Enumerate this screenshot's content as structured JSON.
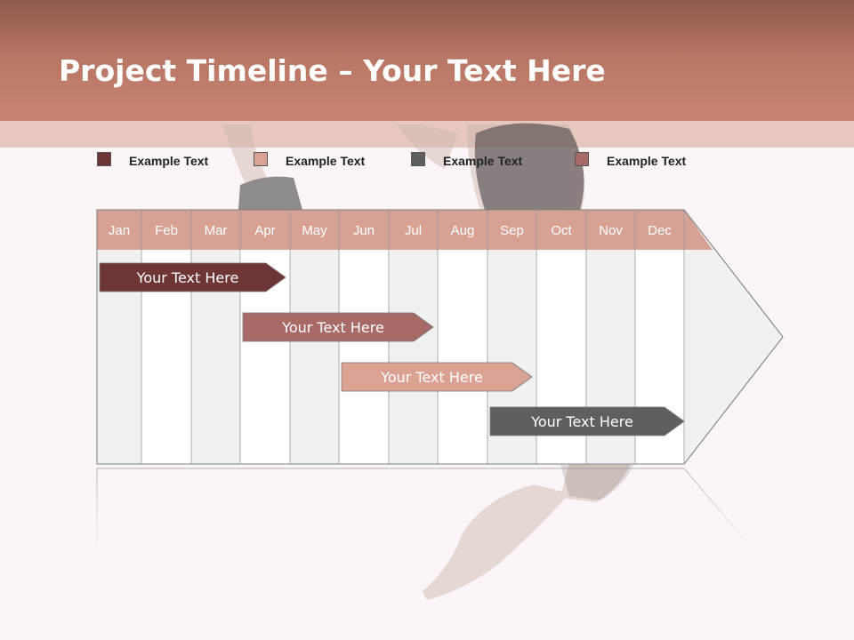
{
  "title": {
    "bold": "Project Timeline",
    "rest": " – Your Text Here"
  },
  "legend": [
    {
      "label": "Example Text",
      "color": "#6e3536"
    },
    {
      "label": "Example Text",
      "color": "#d9a293"
    },
    {
      "label": "Example Text",
      "color": "#5f5f60"
    },
    {
      "label": "Example Text",
      "color": "#a86a67"
    }
  ],
  "months": [
    "Jan",
    "Feb",
    "Mar",
    "Apr",
    "May",
    "Jun",
    "Jul",
    "Aug",
    "Sep",
    "Oct",
    "Nov",
    "Dec"
  ],
  "tasks": [
    {
      "label": "Your  Text Here",
      "start": "Jan",
      "end": "Apr",
      "color": "#6e3536"
    },
    {
      "label": "Your  Text Here",
      "start": "Apr",
      "end": "Jul",
      "color": "#a86a67"
    },
    {
      "label": "Your  Text Here",
      "start": "Jun",
      "end": "Sep",
      "color": "#d9a293"
    },
    {
      "label": "Your  Text Here",
      "start": "Sep",
      "end": "Dec",
      "color": "#5f5f60"
    }
  ],
  "colors": {
    "header": "#c98572",
    "month_header": "#d7a294",
    "column_shade": "#f1f1f1"
  }
}
